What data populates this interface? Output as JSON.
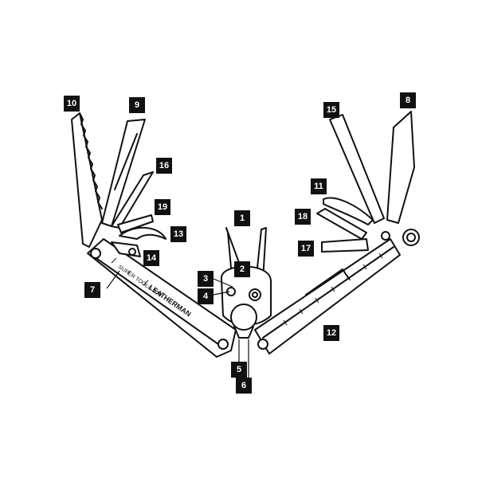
{
  "brand_text": "LEATHERMAN",
  "model_text": "SUPER TOOL® 300",
  "callouts": [
    {
      "id": "10",
      "text": "10"
    },
    {
      "id": "9",
      "text": "9"
    },
    {
      "id": "16",
      "text": "16"
    },
    {
      "id": "19",
      "text": "19"
    },
    {
      "id": "13",
      "text": "13"
    },
    {
      "id": "14",
      "text": "14"
    },
    {
      "id": "7",
      "text": "7"
    },
    {
      "id": "1",
      "text": "1"
    },
    {
      "id": "2",
      "text": "2"
    },
    {
      "id": "3",
      "text": "3"
    },
    {
      "id": "4",
      "text": "4"
    },
    {
      "id": "5",
      "text": "5"
    },
    {
      "id": "6",
      "text": "6"
    },
    {
      "id": "15",
      "text": "15"
    },
    {
      "id": "8",
      "text": "8"
    },
    {
      "id": "11",
      "text": "11"
    },
    {
      "id": "18",
      "text": "18"
    },
    {
      "id": "17",
      "text": "17"
    },
    {
      "id": "12",
      "text": "12"
    }
  ],
  "colors": {
    "ink": "#111111",
    "background": "#ffffff",
    "label_fill": "#111111",
    "label_text": "#ffffff"
  }
}
